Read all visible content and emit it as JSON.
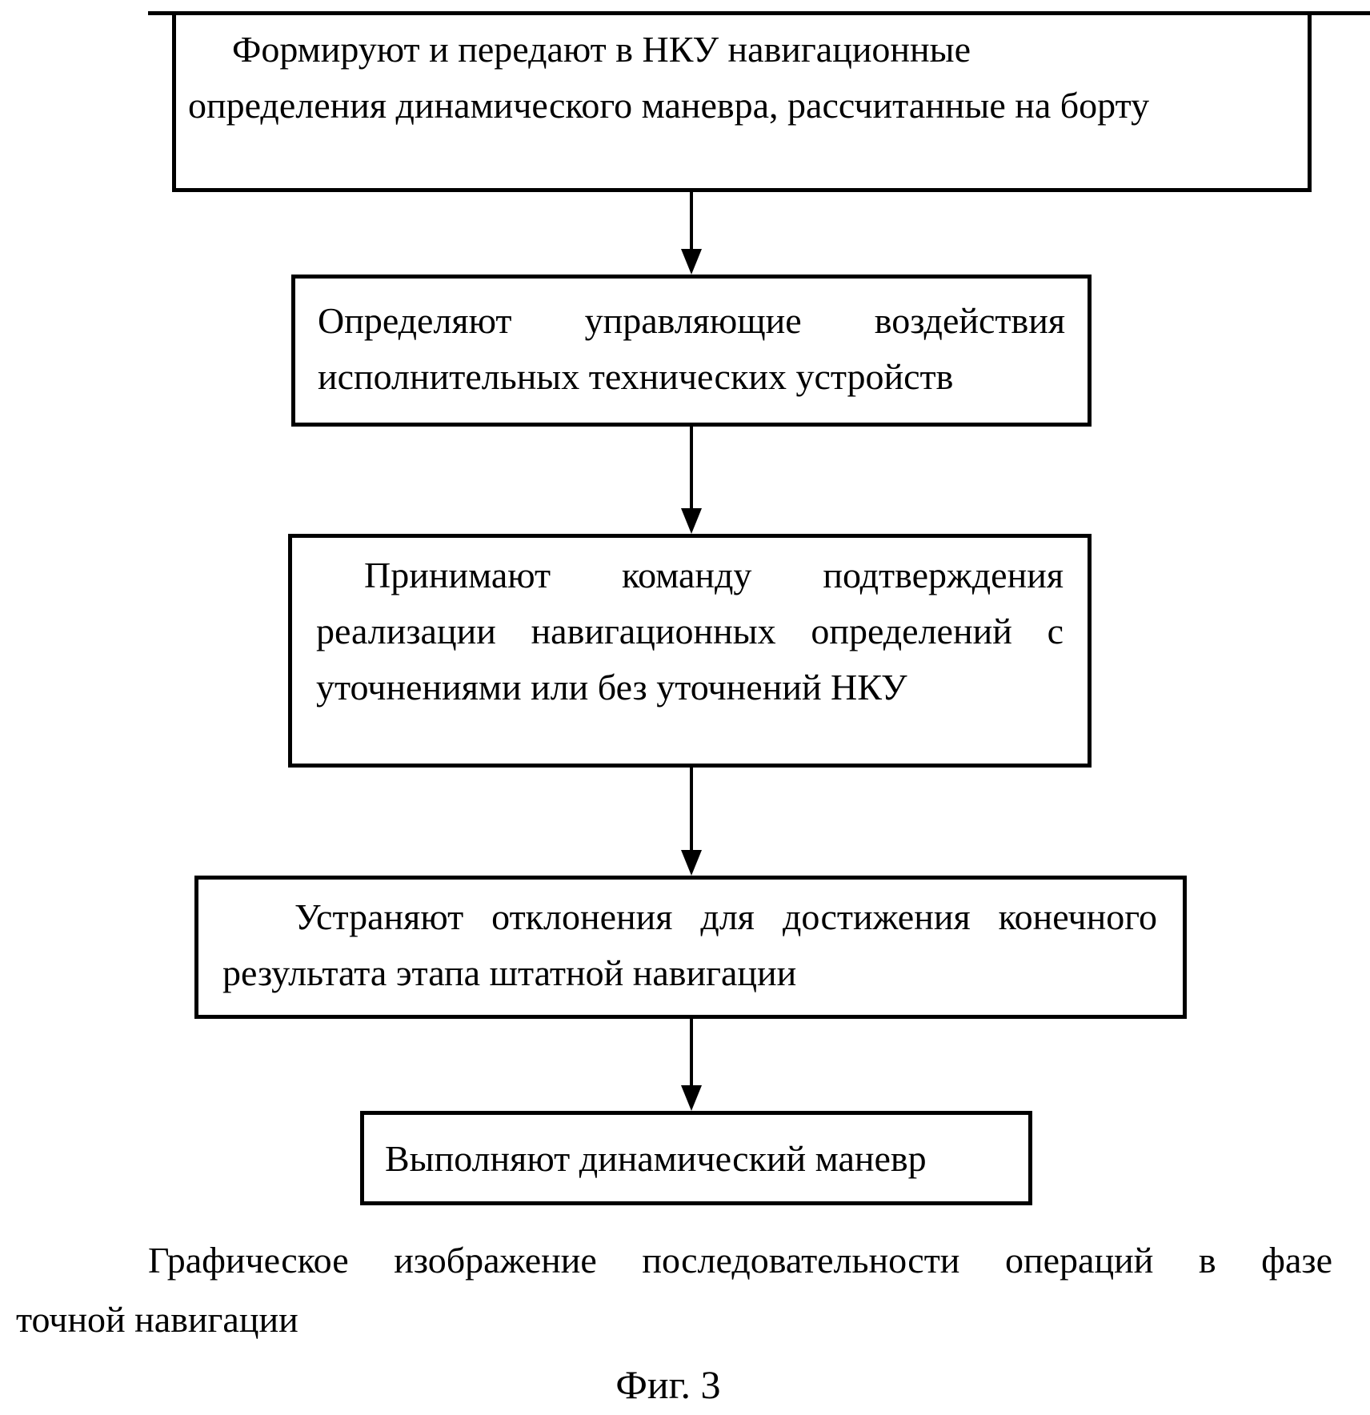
{
  "diagram": {
    "type": "flowchart",
    "background_color": "#ffffff",
    "line_color": "#000000",
    "text_color": "#000000",
    "boxes": [
      {
        "id": "step-1",
        "lines": [
          "Формируют и передают в НКУ навигационные",
          "определения  динамического маневра, рассчитанные на борту"
        ]
      },
      {
        "id": "step-2",
        "lines": [
          "Определяют управляющие воздействия",
          "исполнительных технических устройств"
        ]
      },
      {
        "id": "step-3",
        "lines": [
          "Принимают команду подтверждения",
          "реализации навигационных определений с",
          "уточнениями или без уточнений НКУ"
        ]
      },
      {
        "id": "step-4",
        "lines": [
          "Устраняют отклонения для достижения конечного",
          "результата этапа штатной навигации"
        ]
      },
      {
        "id": "step-5",
        "lines": [
          "Выполняют динамический маневр"
        ]
      }
    ],
    "connections": [
      {
        "from": "step-1",
        "to": "step-2"
      },
      {
        "from": "step-2",
        "to": "step-3"
      },
      {
        "from": "step-3",
        "to": "step-4"
      },
      {
        "from": "step-4",
        "to": "step-5"
      }
    ],
    "caption_lines": [
      "Графическое изображение последовательности  операций  в фазе",
      "точной навигации"
    ],
    "figure_label": "Фиг. 3"
  }
}
